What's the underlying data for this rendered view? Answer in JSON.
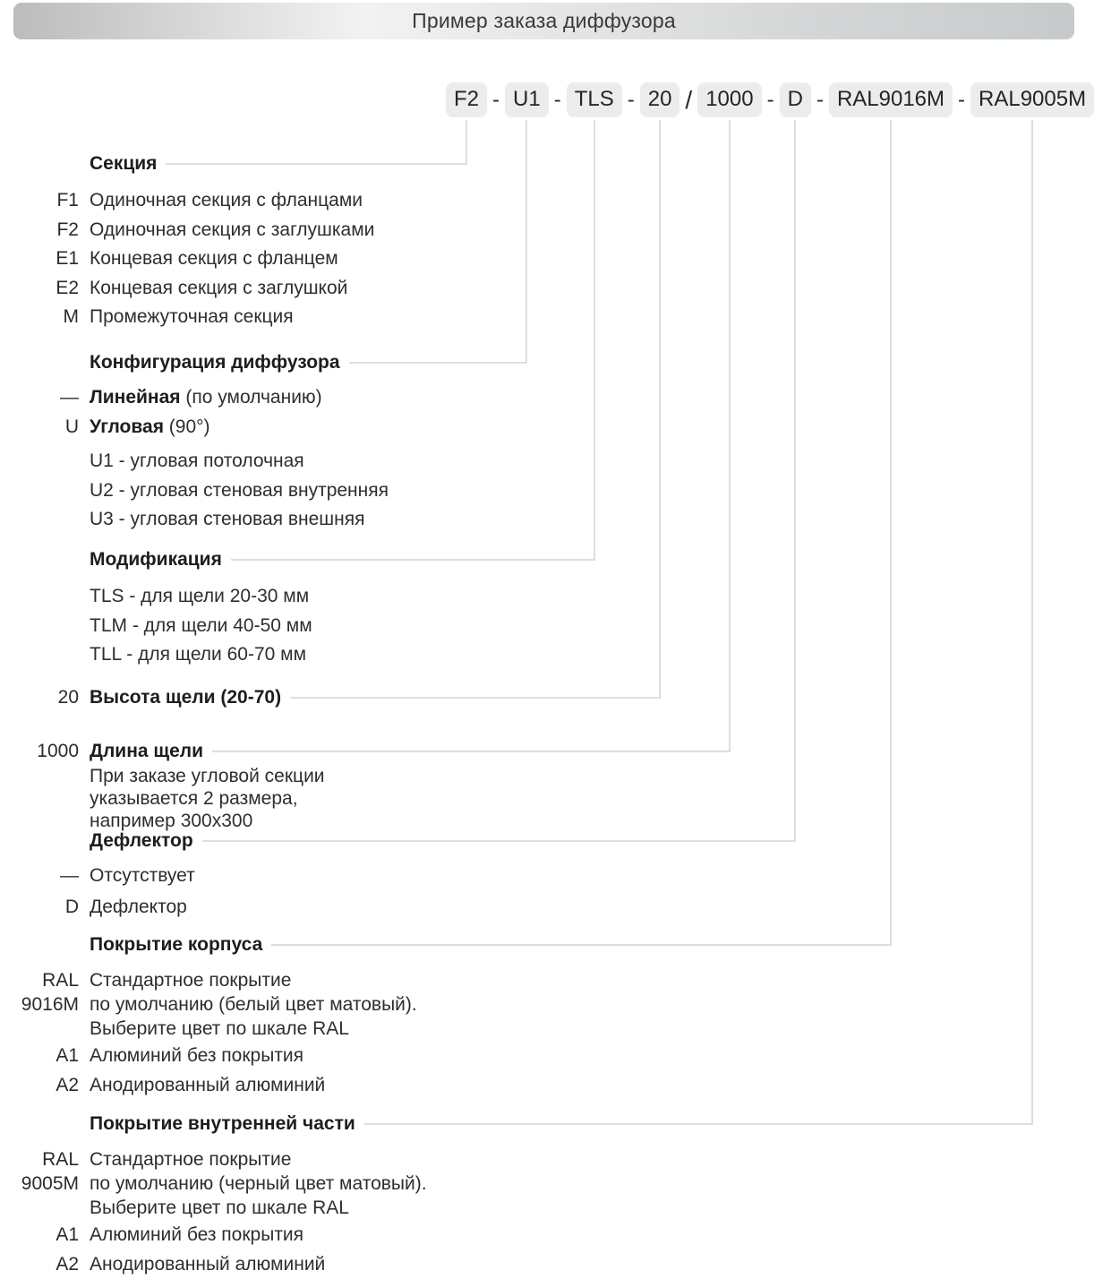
{
  "title": "Пример заказа диффузора",
  "colors": {
    "code_box_bg": "#ececec",
    "connector_line": "#dedede",
    "title_bar_gradient": [
      "#bcbcbc",
      "#f2f2f2",
      "#c7cacb"
    ],
    "text": "#2b2b2b"
  },
  "order_code": {
    "segments": [
      "F2",
      "U1",
      "TLS",
      "20",
      "1000",
      "D",
      "RAL9016M",
      "RAL9005M"
    ],
    "separators": [
      "-",
      "-",
      "-",
      "/",
      "-",
      "-",
      "-"
    ]
  },
  "sections": {
    "section": {
      "title": "Секция",
      "items": [
        {
          "code": "F1",
          "text": "Одиночная секция с  фланцами"
        },
        {
          "code": "F2",
          "text": "Одиночная секция с заглушками"
        },
        {
          "code": "E1",
          "text": "Концевая секция с фланцем"
        },
        {
          "code": "E2",
          "text": "Концевая секция с заглушкой"
        },
        {
          "code": "M",
          "text": "Промежуточная секция"
        }
      ]
    },
    "configuration": {
      "title": "Конфигурация диффузора",
      "items": [
        {
          "code": "—",
          "bold": "Линейная",
          "rest": " (по умолчанию)"
        },
        {
          "code": "U",
          "bold": "Угловая",
          "rest": " (90°)"
        }
      ],
      "subitems": [
        "U1 - угловая потолочная",
        "U2 - угловая стеновая внутренняя",
        "U3 - угловая стеновая внешняя"
      ]
    },
    "modification": {
      "title": "Модификация",
      "items": [
        "TLS -  для щели 20-30 мм",
        "TLM -  для щели 40-50 мм",
        "TLL -  для щели 60-70 мм"
      ]
    },
    "slot_height": {
      "code": "20",
      "title": "Высота щели (20-70)"
    },
    "slot_length": {
      "code": "1000",
      "title": "Длина щели",
      "note": [
        "При заказе угловой секции",
        "указывается 2 размера,",
        "например 300x300"
      ]
    },
    "deflector": {
      "title": "Дефлектор",
      "items": [
        {
          "code": "—",
          "text": "Отсутствует"
        },
        {
          "code": "D",
          "text": "Дефлектор"
        }
      ]
    },
    "body_coating": {
      "title": "Покрытие корпуса",
      "ral": {
        "code_line1": "RAL",
        "code_line2": "9016M",
        "lines": [
          "Стандартное покрытие",
          "по умолчанию (белый цвет матовый).",
          "Выберите цвет по шкале RAL"
        ]
      },
      "items": [
        {
          "code": "A1",
          "text": "Алюминий без покрытия"
        },
        {
          "code": "A2",
          "text": "Анодированный алюминий"
        }
      ]
    },
    "inner_coating": {
      "title": "Покрытие внутренней части",
      "ral": {
        "code_line1": "RAL",
        "code_line2": "9005M",
        "lines": [
          "Стандартное покрытие",
          "по умолчанию (черный цвет матовый).",
          "Выберите цвет по шкале RAL"
        ]
      },
      "items": [
        {
          "code": "A1",
          "text": "Алюминий без покрытия"
        },
        {
          "code": "A2",
          "text": "Анодированный алюминий"
        }
      ]
    }
  }
}
